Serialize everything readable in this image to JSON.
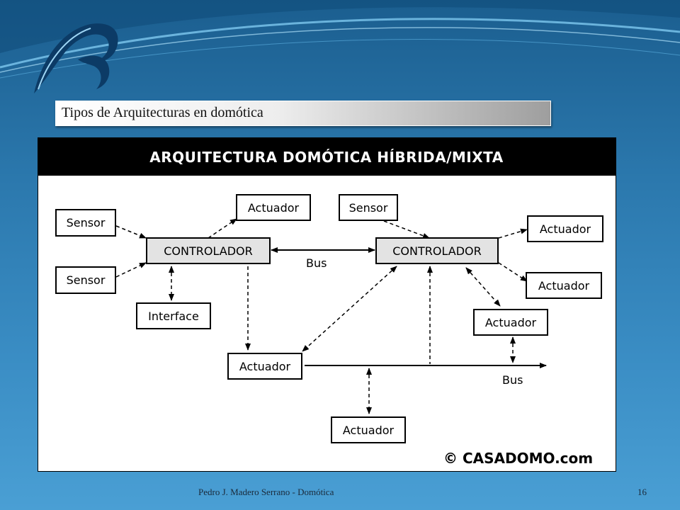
{
  "slide": {
    "title": "Tipos de Arquitecturas en domótica",
    "footer_author": "Pedro J. Madero Serrano - Domótica",
    "page_number": "16"
  },
  "diagram": {
    "banner": "ARQUITECTURA DOMÓTICA HÍBRIDA/MIXTA",
    "copyright": "© CASADOMO.com",
    "nodes": {
      "sensor_1": "Sensor",
      "sensor_2": "Sensor",
      "sensor_3": "Sensor",
      "controller_1": "CONTROLADOR",
      "controller_2": "CONTROLADOR",
      "interface": "Interface",
      "actuator_top_left": "Actuador",
      "actuator_right_1": "Actuador",
      "actuator_right_2": "Actuador",
      "actuator_right_3": "Actuador",
      "actuator_bus_left": "Actuador",
      "actuator_bottom": "Actuador"
    },
    "bus_top_label": "Bus",
    "bus_bottom_label": "Bus"
  }
}
